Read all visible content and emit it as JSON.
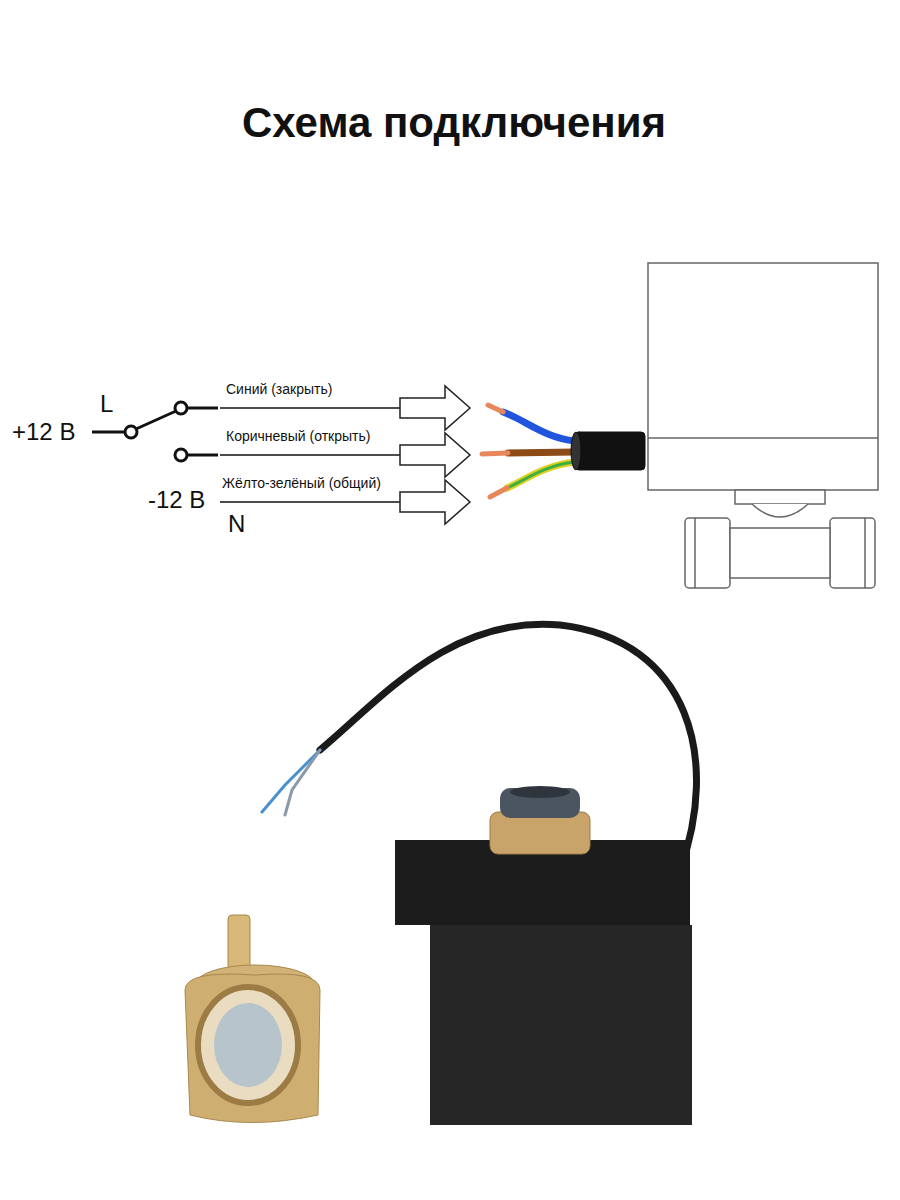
{
  "diagram": {
    "title": "Схема подключения",
    "labels": [
      "+12 В",
      "L",
      "Синий (закрыть)",
      "Коричневый (открыть)",
      "-12 В",
      "Жёлто-зелёный (общий)",
      "N"
    ]
  }
}
